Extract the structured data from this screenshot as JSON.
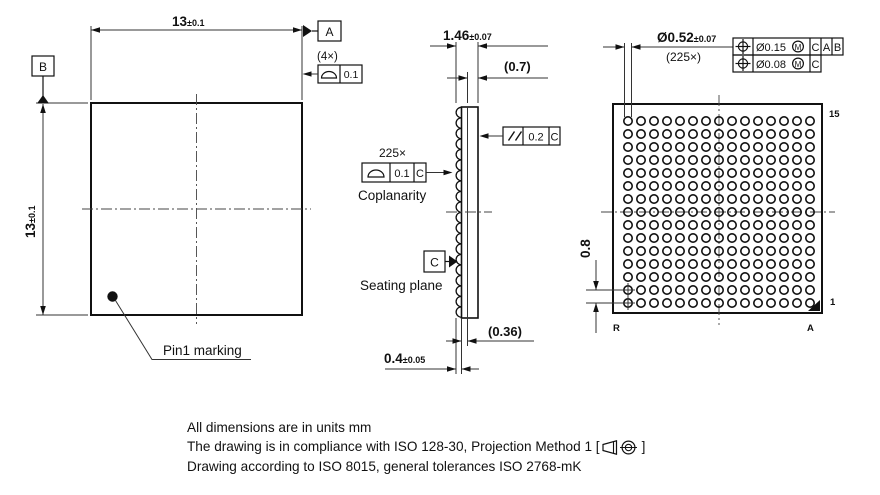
{
  "top_view": {
    "dim_width": {
      "value": "13",
      "tol": "±0.1"
    },
    "dim_height": {
      "value": "13",
      "tol": "±0.1"
    },
    "datum_a": "A",
    "datum_b": "B",
    "count_note": "(4×)",
    "profile_fcf": {
      "tol": "0.1"
    },
    "pin1_label": "Pin1 marking"
  },
  "side_view": {
    "dim_total": {
      "value": "1.46",
      "tol": "±0.07"
    },
    "dim_body": "(0.7)",
    "dim_substrate": "(0.36)",
    "dim_ball": {
      "value": "0.4",
      "tol": "±0.05"
    },
    "parallelism_fcf": {
      "tol": "0.2",
      "datum": "C"
    },
    "coplanarity_count": "225×",
    "coplanarity_fcf": {
      "tol": "0.1",
      "datum": "C"
    },
    "coplanarity_label": "Coplanarity",
    "datum_c": "C",
    "seating_plane_label": "Seating plane"
  },
  "bottom_view": {
    "dim_ball_diameter": {
      "value": "Ø0.52",
      "tol": "±0.07",
      "count": "(225×)"
    },
    "position_fcf_1": {
      "tol": "Ø0.15",
      "modifier": "M",
      "datums": [
        "C",
        "A",
        "B"
      ]
    },
    "position_fcf_2": {
      "tol": "Ø0.08",
      "modifier": "M",
      "datums": [
        "C"
      ]
    },
    "dim_pitch": "0.8",
    "grid": {
      "rows": 15,
      "cols": 15
    },
    "row_max_label": "15",
    "row_min_label": "1",
    "col_left_label": "R",
    "col_right_label": "A"
  },
  "notes": {
    "line1": "All dimensions are in units mm",
    "line2_prefix": "The drawing is in compliance with ISO 128-30, Projection Method 1 [",
    "line2_suffix": "]",
    "line3": "Drawing according to ISO 8015, general tolerances ISO 2768-mK"
  },
  "colors": {
    "line": "#111111",
    "background": "#ffffff"
  }
}
